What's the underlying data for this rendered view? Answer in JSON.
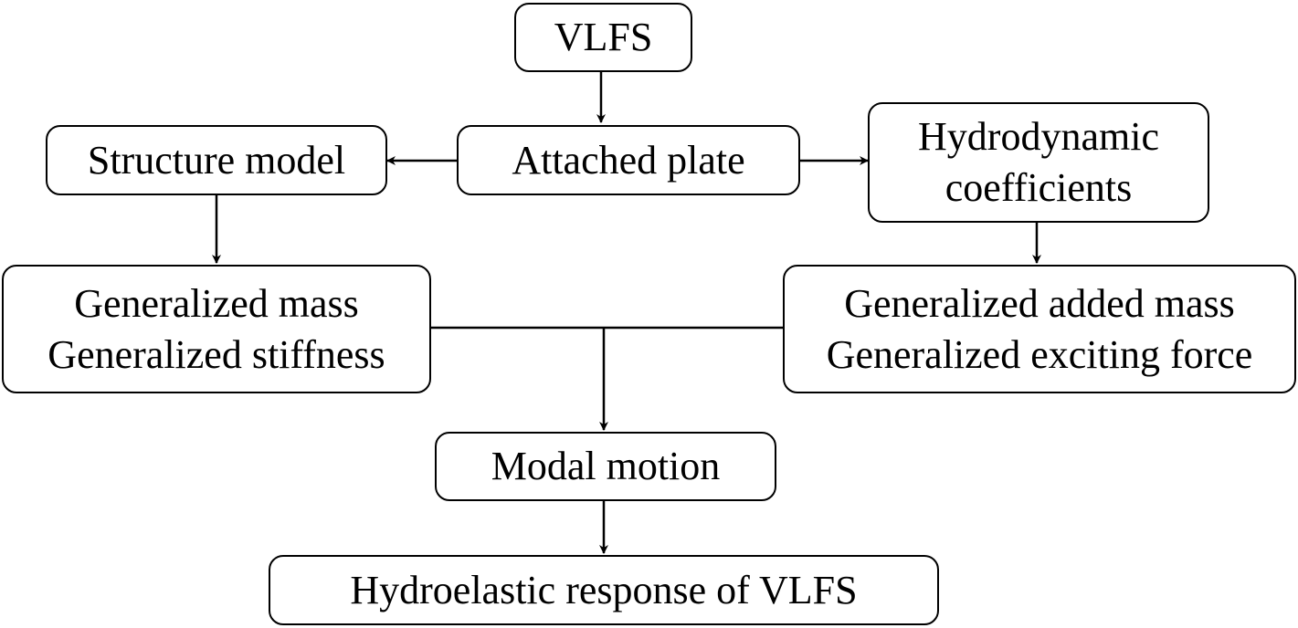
{
  "diagram": {
    "type": "flowchart",
    "nodes": {
      "vlfs": {
        "lines": [
          "VLFS"
        ]
      },
      "attached_plate": {
        "lines": [
          "Attached plate"
        ]
      },
      "structure_model": {
        "lines": [
          "Structure model"
        ]
      },
      "hydrodynamic_coefficients": {
        "lines": [
          "Hydrodynamic",
          "coefficients"
        ]
      },
      "generalized_mass_stiffness": {
        "lines": [
          "Generalized mass",
          "Generalized stiffness"
        ]
      },
      "generalized_added_mass_force": {
        "lines": [
          "Generalized added mass",
          "Generalized exciting force"
        ]
      },
      "modal_motion": {
        "lines": [
          "Modal motion"
        ]
      },
      "hydroelastic_response": {
        "lines": [
          "Hydroelastic response of VLFS"
        ]
      }
    },
    "edges": [
      {
        "from": "vlfs",
        "to": "attached_plate"
      },
      {
        "from": "attached_plate",
        "to": "structure_model"
      },
      {
        "from": "attached_plate",
        "to": "hydrodynamic_coefficients"
      },
      {
        "from": "structure_model",
        "to": "generalized_mass_stiffness"
      },
      {
        "from": "hydrodynamic_coefficients",
        "to": "generalized_added_mass_force"
      },
      {
        "from": [
          "generalized_mass_stiffness",
          "generalized_added_mass_force"
        ],
        "to": "modal_motion"
      },
      {
        "from": "modal_motion",
        "to": "hydroelastic_response"
      }
    ]
  }
}
